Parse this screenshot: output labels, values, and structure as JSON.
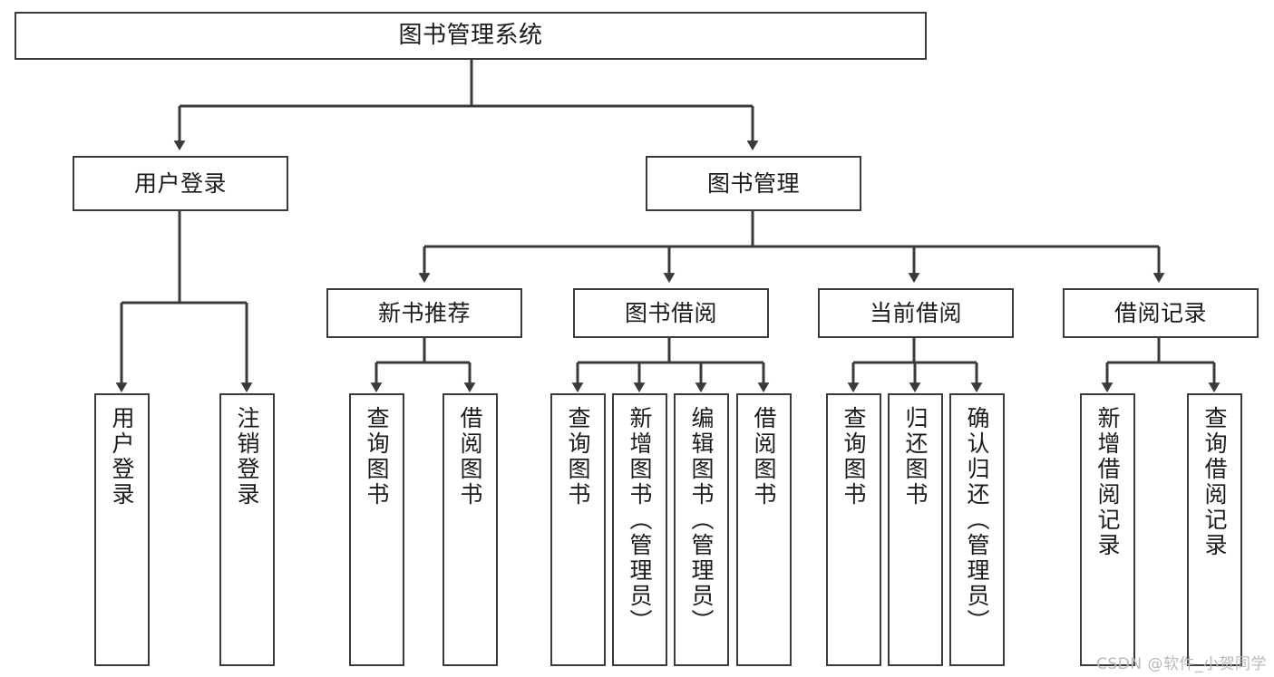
{
  "diagram": {
    "title": "图书管理系统",
    "watermark": "CSDN @软件_小贺同学",
    "colors": {
      "background": "#ffffff",
      "stroke": "#3a3a3a",
      "text": "#1b1b1b",
      "watermark": "#b9b9b9"
    },
    "root": {
      "label": "图书管理系统"
    },
    "level2": [
      {
        "label": "用户登录"
      },
      {
        "label": "图书管理"
      }
    ],
    "level3": [
      {
        "label": "新书推荐"
      },
      {
        "label": "图书借阅"
      },
      {
        "label": "当前借阅"
      },
      {
        "label": "借阅记录"
      }
    ],
    "leaves": {
      "user_login": [
        {
          "label": "用户登录"
        },
        {
          "label": "注销登录"
        }
      ],
      "new_book": [
        {
          "label": "查询图书"
        },
        {
          "label": "借阅图书"
        }
      ],
      "book_borrow": [
        {
          "label": "查询图书"
        },
        {
          "label": "新增图书（管理员）"
        },
        {
          "label": "编辑图书（管理员）"
        },
        {
          "label": "借阅图书"
        }
      ],
      "current_borrow": [
        {
          "label": "查询图书"
        },
        {
          "label": "归还图书"
        },
        {
          "label": "确认归还（管理员）"
        }
      ],
      "borrow_record": [
        {
          "label": "新增借阅记录"
        },
        {
          "label": "查询借阅记录"
        }
      ]
    }
  }
}
